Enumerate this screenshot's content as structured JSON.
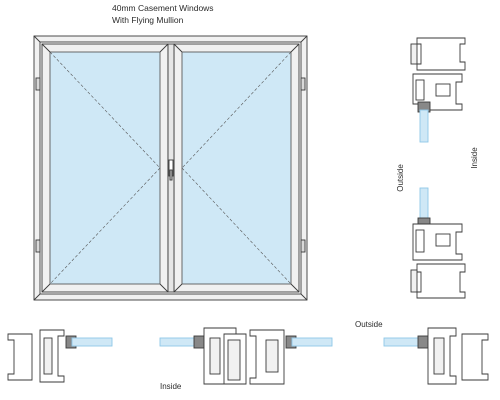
{
  "caption": {
    "line1": "40mm Casement Windows",
    "line2": "With Flying Mullion"
  },
  "labels": {
    "outside_vertical": "Outside",
    "inside_vertical": "Inside",
    "inside_bottom": "Inside",
    "outside_bottom": "Outside"
  },
  "colors": {
    "glass": "#cfe8f6",
    "glass_edge": "#8ec7e8",
    "frame_fill": "#f1f1f1",
    "line": "#3a3a3a",
    "seal": "#888888"
  }
}
